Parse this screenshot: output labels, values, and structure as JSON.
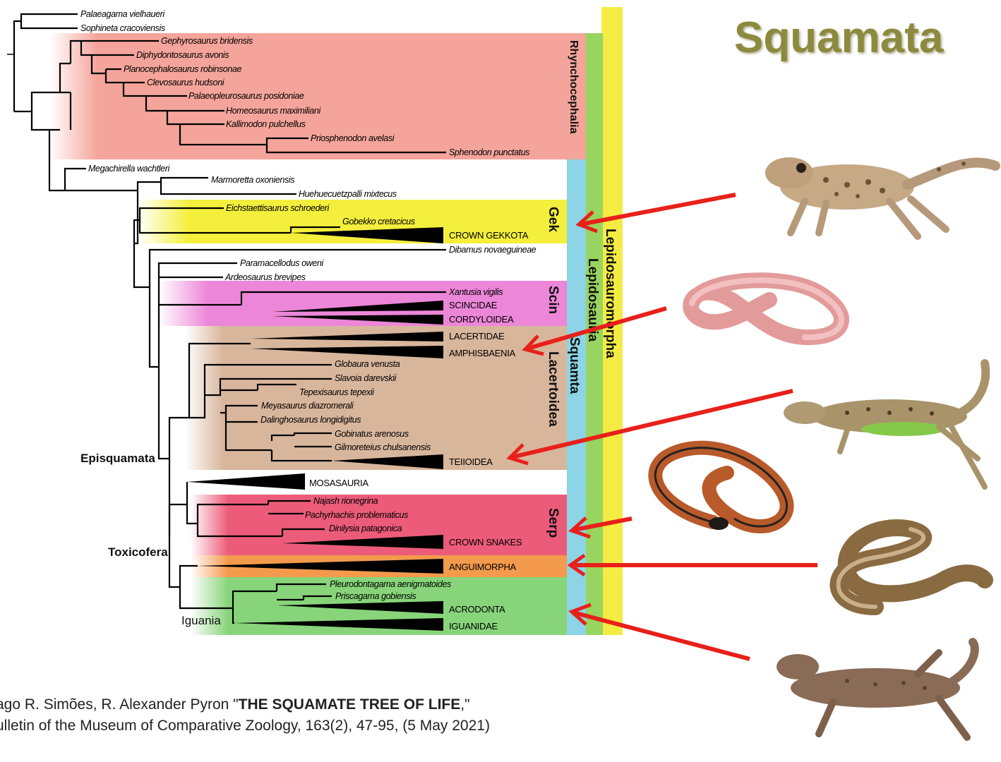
{
  "title": "Squamata",
  "taxa": [
    {
      "id": "palaeagama",
      "label": "Palaeagama vielhaueri"
    },
    {
      "id": "sophineta",
      "label": "Sophineta cracoviensis"
    },
    {
      "id": "gephyrosaurus",
      "label": "Gephyrosaurus bridensis"
    },
    {
      "id": "diphydontosaurus",
      "label": "Diphydontosaurus avonis"
    },
    {
      "id": "planocephalosaurus",
      "label": "Planocephalosaurus robinsonae"
    },
    {
      "id": "clevosaurus",
      "label": "Clevosaurus hudsoni"
    },
    {
      "id": "palaeopleurosaurus",
      "label": "Palaeopleurosaurus posidoniae"
    },
    {
      "id": "homeosaurus",
      "label": "Homeosaurus maximiliani"
    },
    {
      "id": "kallimodon",
      "label": "Kallimodon pulchellus"
    },
    {
      "id": "priosphenodon",
      "label": "Priosphenodon avelasi"
    },
    {
      "id": "sphenodon",
      "label": "Sphenodon punctatus"
    },
    {
      "id": "megachirella",
      "label": "Megachirella wachtleri"
    },
    {
      "id": "marmoretta",
      "label": "Marmoretta oxoniensis"
    },
    {
      "id": "huehuecuetzpalli",
      "label": "Huehuecuetzpalli mixtecus"
    },
    {
      "id": "eichstaettisaurus",
      "label": "Eichstaettisaurus schroederi"
    },
    {
      "id": "gobekko",
      "label": "Gobekko cretacicus"
    },
    {
      "id": "crown_gekkota",
      "label": "CROWN GEKKOTA"
    },
    {
      "id": "dibamus",
      "label": "Dibamus novaeguineae"
    },
    {
      "id": "paramacellodus",
      "label": "Paramacellodus oweni"
    },
    {
      "id": "ardeosaurus",
      "label": "Ardeosaurus brevipes"
    },
    {
      "id": "xantusia",
      "label": "Xantusia vigilis"
    },
    {
      "id": "scincidae",
      "label": "SCINCIDAE"
    },
    {
      "id": "cordyloidea",
      "label": "CORDYLOIDEA"
    },
    {
      "id": "lacertidae",
      "label": "LACERTIDAE"
    },
    {
      "id": "amphisbaenia",
      "label": "AMPHISBAENIA"
    },
    {
      "id": "globaura",
      "label": "Globaura venusta"
    },
    {
      "id": "slavoia",
      "label": "Slavoia darevskii"
    },
    {
      "id": "tepexisaurus",
      "label": "Tepexisaurus tepexii"
    },
    {
      "id": "meyasaurus",
      "label": "Meyasaurus diazromerali"
    },
    {
      "id": "dalinghosaurus",
      "label": "Dalinghosaurus longidigitus"
    },
    {
      "id": "gobinatus",
      "label": "Gobinatus arenosus"
    },
    {
      "id": "gilmoreteius",
      "label": "Gilmoreteius chulsanensis"
    },
    {
      "id": "teiioidea",
      "label": "TEIIOIDEA"
    },
    {
      "id": "mosasauria",
      "label": "MOSASAURIA"
    },
    {
      "id": "najash",
      "label": "Najash rionegrina"
    },
    {
      "id": "pachyrhachis",
      "label": "Pachyrhachis problematicus"
    },
    {
      "id": "dinilysia",
      "label": "Dinilysia patagonica"
    },
    {
      "id": "crown_snakes",
      "label": "CROWN SNAKES"
    },
    {
      "id": "anguimorpha",
      "label": "ANGUIMORPHA"
    },
    {
      "id": "pleurodontagama",
      "label": "Pleurodontagama aenigmatoides"
    },
    {
      "id": "priscagama",
      "label": "Priscagama gobiensis"
    },
    {
      "id": "acrodonta",
      "label": "ACRODONTA"
    },
    {
      "id": "iguanidae",
      "label": "IGUANIDAE"
    }
  ],
  "nodes": {
    "episquamata": "Episquamata",
    "toxicofera": "Toxicofera",
    "iguania": "Iguania"
  },
  "clades": {
    "rhynchocephalia": {
      "label": "Rhynchocephalia",
      "color": "#f4a49a"
    },
    "gek": {
      "label": "Gek",
      "color": "#f4ef3c"
    },
    "scin": {
      "label": "Scin",
      "color": "#ec86d8"
    },
    "lacertoidea": {
      "label": "Lacertoidea",
      "color": "#d8b69c"
    },
    "serp": {
      "label": "Serp",
      "color": "#ec5c7a"
    },
    "anguimorpha": {
      "label": "ANGUIMORPHA",
      "color": "#f49a4c"
    },
    "iguania": {
      "label": "Iguania",
      "color": "#88d47a"
    },
    "squamata_bar": {
      "label": "Squamta",
      "color": "#8cd4e6"
    },
    "lepidosauria_bar": {
      "label": "Lepidosauria",
      "color": "#98d460"
    },
    "lepidosauromorpha_bar": {
      "label": "Lepidosauromorpha",
      "color": "#f4ec44"
    }
  },
  "accent_colors": {
    "arrow": "#e8201a",
    "title": "#8c8a3e"
  },
  "photos": [
    {
      "id": "gecko",
      "icon": "gecko-photo"
    },
    {
      "id": "wormlizard",
      "icon": "amphisbaenian-photo"
    },
    {
      "id": "lacertid",
      "icon": "lizard-photo"
    },
    {
      "id": "snake",
      "icon": "snake-photo"
    },
    {
      "id": "slowworm",
      "icon": "legless-lizard-photo"
    },
    {
      "id": "iguanian",
      "icon": "lizard-photo"
    }
  ],
  "citation": {
    "line1_prefix": "ago R. Simões, R. Alexander Pyron \"",
    "line1_title": "THE SQUAMATE TREE OF LIFE",
    "line1_suffix": ",\"",
    "line2": "ulletin of the Museum of Comparative Zoology, 163(2), 47-95, (5 May 2021)"
  }
}
